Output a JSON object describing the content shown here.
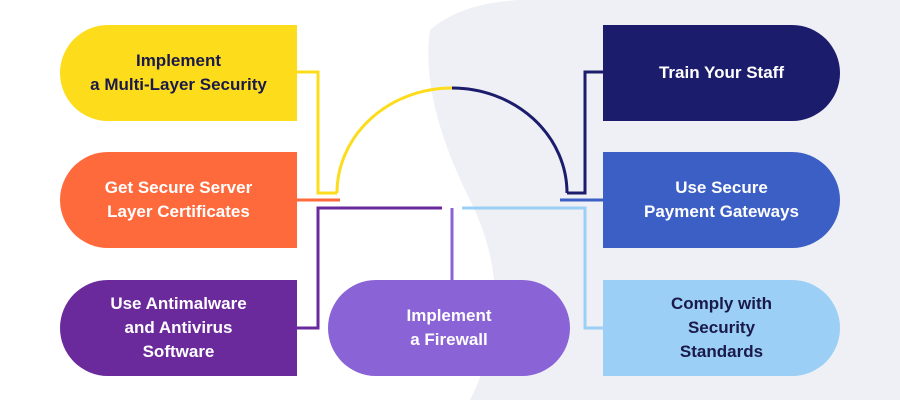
{
  "colors": {
    "yellow": "#fddc1b",
    "orange": "#ff6a3d",
    "purple": "#6a2a9c",
    "lavender": "#8a64d6",
    "navy": "#1c1c6c",
    "blue": "#3b5fc4",
    "light_blue": "#9bcff5",
    "background_blob": "#eef0f6"
  },
  "left_items": [
    {
      "label": "Implement\na Multi-Layer Security"
    },
    {
      "label": "Get Secure Server\nLayer Certificates"
    },
    {
      "label": "Use Antimalware\nand Antivirus\nSoftware"
    }
  ],
  "center_item": {
    "label": "Implement\na Firewall"
  },
  "right_items": [
    {
      "label": "Train Your Staff"
    },
    {
      "label": "Use Secure\nPayment Gateways"
    },
    {
      "label": "Comply with\nSecurity\nStandards"
    }
  ]
}
